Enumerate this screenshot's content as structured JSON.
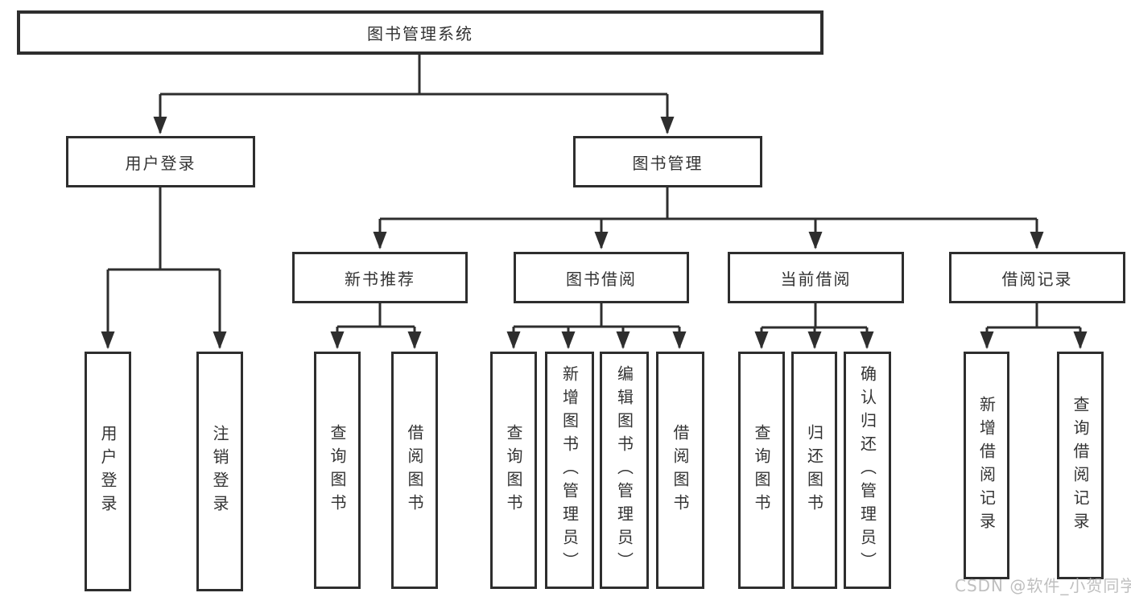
{
  "diagram": {
    "type": "tree",
    "root": {
      "label": "图书管理系统"
    },
    "branches": [
      {
        "label": "用户登录",
        "children": [
          {
            "label": "用户登录"
          },
          {
            "label": "注销登录"
          }
        ]
      },
      {
        "label": "图书管理",
        "children": [
          {
            "label": "新书推荐",
            "children": [
              {
                "label": "查询图书"
              },
              {
                "label": "借阅图书"
              }
            ]
          },
          {
            "label": "图书借阅",
            "children": [
              {
                "label": "查询图书"
              },
              {
                "label": "新增图书（管理员）"
              },
              {
                "label": "编辑图书（管理员）"
              },
              {
                "label": "借阅图书"
              }
            ]
          },
          {
            "label": "当前借阅",
            "children": [
              {
                "label": "查询图书"
              },
              {
                "label": "归还图书"
              },
              {
                "label": "确认归还（管理员）"
              }
            ]
          },
          {
            "label": "借阅记录",
            "children": [
              {
                "label": "新增借阅记录"
              },
              {
                "label": "查询借阅记录"
              }
            ]
          }
        ]
      }
    ]
  },
  "watermark": {
    "text": "CSDN @软件_小贺同学",
    "color": "#b4b4b4"
  },
  "colors": {
    "line": "#2e2e2e",
    "text": "#333333",
    "background": "#ffffff"
  }
}
